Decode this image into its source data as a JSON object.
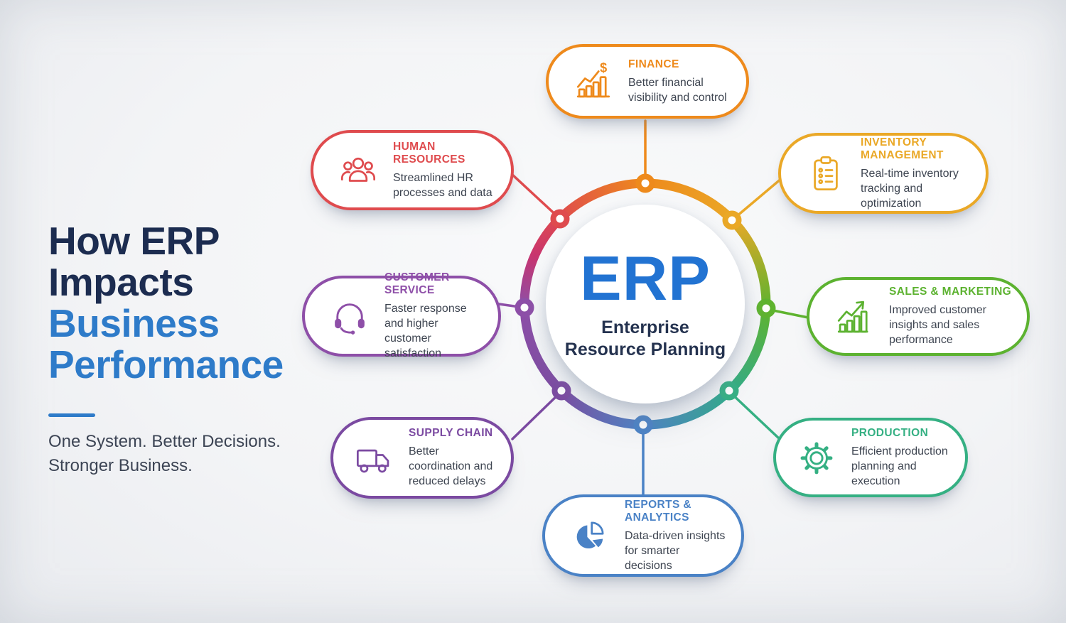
{
  "heading": {
    "line1": "How ERP",
    "line2": "Impacts",
    "line3": "Business",
    "line4": "Performance",
    "tagline_line1": "One System. Better Decisions.",
    "tagline_line2": "Stronger Business.",
    "dark_color": "#1C2C50",
    "accent_color": "#2E7BC9"
  },
  "center": {
    "acronym": "ERP",
    "name": "Enterprise Resource Planning",
    "acronym_color": "#2273D2",
    "name_color": "#24324F"
  },
  "cards": [
    {
      "id": "finance",
      "title": "FINANCE",
      "description": "Better financial visibility and control",
      "color": "#EE8A1C",
      "icon": "bar-chart-dollar-icon"
    },
    {
      "id": "human-resources",
      "title": "HUMAN RESOURCES",
      "description": "Streamlined HR processes and data",
      "color": "#DF4B4E",
      "icon": "people-group-icon"
    },
    {
      "id": "inventory-management",
      "title": "INVENTORY MANAGEMENT",
      "description": "Real-time inventory tracking and optimization",
      "color": "#EAA827",
      "icon": "clipboard-checklist-icon"
    },
    {
      "id": "customer-service",
      "title": "CUSTOMER SERVICE",
      "description": "Faster response and higher customer satisfaction",
      "color": "#8E4FA8",
      "icon": "headset-icon"
    },
    {
      "id": "sales-marketing",
      "title": "SALES & MARKETING",
      "description": "Improved customer insights and sales performance",
      "color": "#5CB230",
      "icon": "growth-chart-arrow-icon"
    },
    {
      "id": "supply-chain",
      "title": "SUPPLY CHAIN",
      "description": "Better coordination and reduced delays",
      "color": "#7B4AA1",
      "icon": "truck-icon"
    },
    {
      "id": "production",
      "title": "PRODUCTION",
      "description": "Efficient production planning and execution",
      "color": "#35B083",
      "icon": "gear-icon"
    },
    {
      "id": "reports-analytics",
      "title": "REPORTS & ANALYTICS",
      "description": "Data-driven insights for smarter decisions",
      "color": "#4A82C6",
      "icon": "pie-chart-icon"
    }
  ],
  "ring_colors": [
    "#EE8A1C",
    "#EAA827",
    "#5FB42F",
    "#2FAD88",
    "#4A82C6",
    "#7B4AA1",
    "#8E4FA8",
    "#DF4B4E"
  ]
}
